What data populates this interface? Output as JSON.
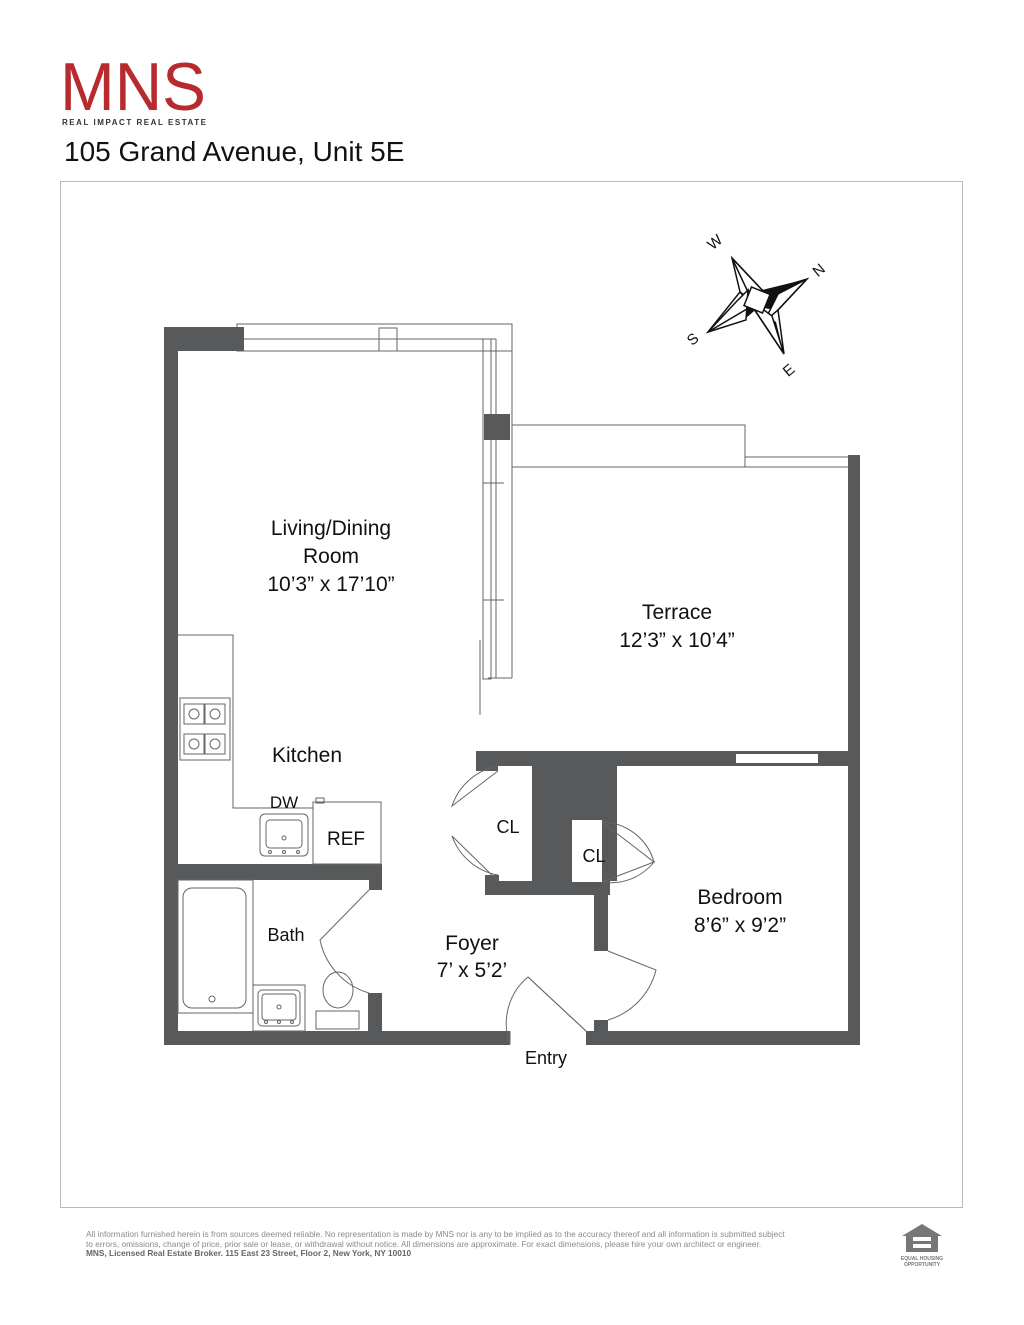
{
  "brand": {
    "logo_text": "MNS",
    "tagline": "REAL IMPACT REAL ESTATE",
    "color": "#b72a2e"
  },
  "listing": {
    "address": "105 Grand Avenue, Unit 5E"
  },
  "compass": {
    "w": "W",
    "n": "N",
    "s": "S",
    "e": "E"
  },
  "rooms": {
    "living": {
      "name_line1": "Living/Dining",
      "name_line2": "Room",
      "dims": "10’3” x 17’10”"
    },
    "terrace": {
      "name": "Terrace",
      "dims": "12’3” x 10’4”"
    },
    "kitchen": {
      "name": "Kitchen"
    },
    "dw": "DW",
    "ref": "REF",
    "cl1": "CL",
    "cl2": "CL",
    "bedroom": {
      "name": "Bedroom",
      "dims": "8’6” x 9’2”"
    },
    "bath": {
      "name": "Bath"
    },
    "foyer": {
      "name": "Foyer",
      "dims": "7’ x 5’2’"
    },
    "entry": "Entry"
  },
  "footer": {
    "line1": "All information furnished herein is from sources deemed reliable. No representation is made by MNS nor is any to be implied as to the accuracy thereof and all information is submitted subject",
    "line2": "to errors, omissions, change of price, prior sale or lease, or withdrawal without notice. All dimensions are approximate. For exact dimensions, please hire your own architect or engineer.",
    "line3": "MNS, Licensed Real Estate Broker. 115 East 23 Street, Floor 2, New York, NY 10010",
    "eho_line1": "EQUAL HOUSING",
    "eho_line2": "OPPORTUNITY"
  },
  "colors": {
    "wall": "#58595b",
    "outline": "#555555"
  }
}
